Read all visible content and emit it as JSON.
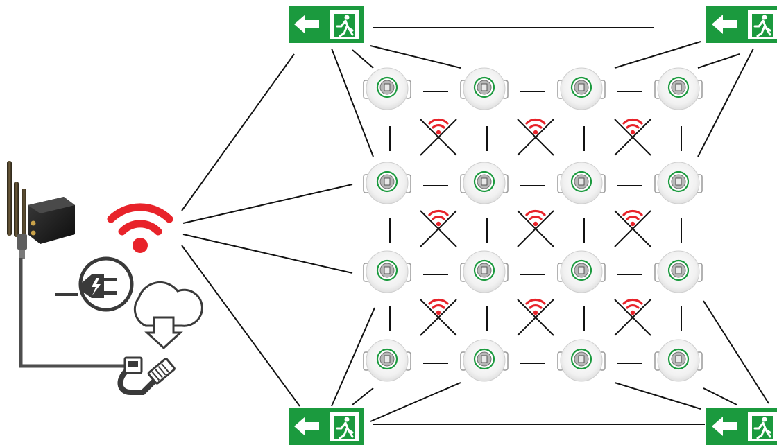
{
  "diagram": {
    "gateway": {
      "icon": "gateway-router-icon",
      "antennas": 3
    },
    "wireless": {
      "icon": "wifi-icon",
      "color": "#e8232a"
    },
    "power": {
      "icon": "power-plug-icon"
    },
    "cloud": {
      "icon": "cloud-download-icon"
    },
    "ethernet": {
      "icon": "ethernet-cable-icon"
    },
    "exit_signs": {
      "icon": "emergency-exit-sign-icon",
      "color": "#1b9a3e",
      "count": 4
    },
    "luminaires": {
      "icon": "emergency-downlight-icon",
      "rows": 4,
      "cols": 4
    },
    "blocked_links": {
      "icon": "no-signal-cross-icon",
      "color": "#e8232a",
      "count": 9
    },
    "line_color": "#111111"
  }
}
